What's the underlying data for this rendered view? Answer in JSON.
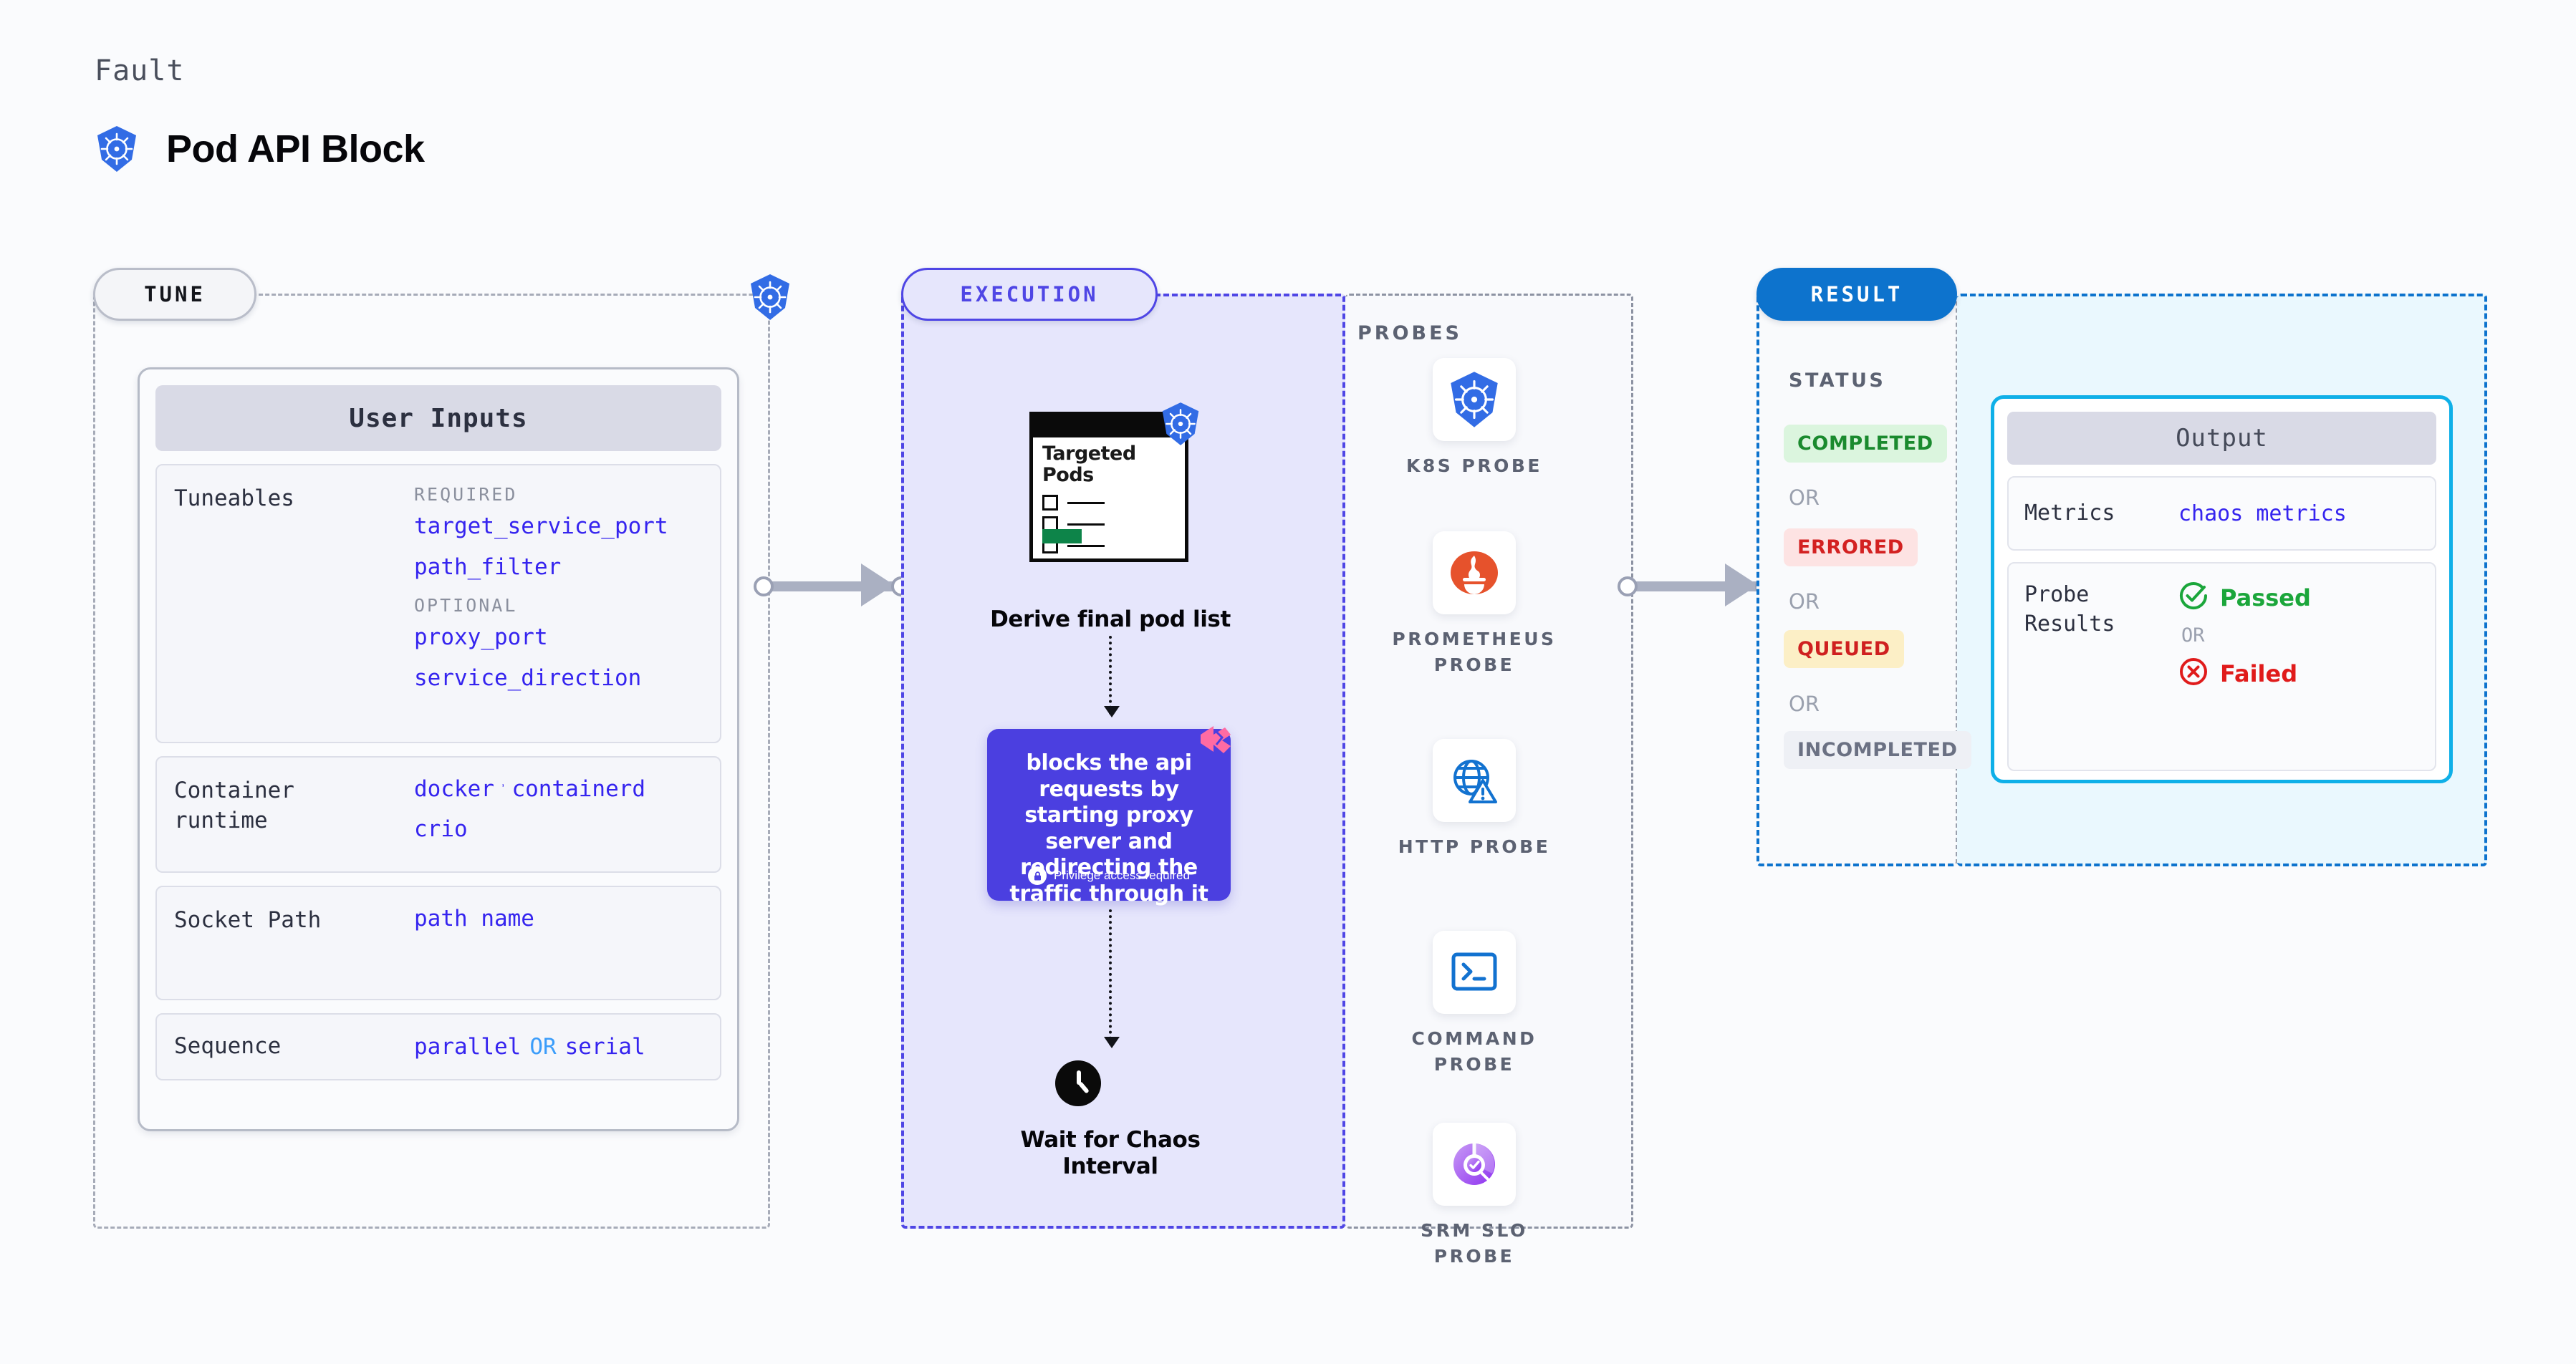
{
  "header": {
    "kicker": "Fault",
    "title": "Pod API Block",
    "icon": "kubernetes-icon"
  },
  "stages": {
    "tune": {
      "label": "TUNE"
    },
    "execution": {
      "label": "EXECUTION"
    },
    "result": {
      "label": "RESULT"
    }
  },
  "tune": {
    "card_title": "User Inputs",
    "rows": [
      {
        "label": "Tuneables",
        "groups": [
          {
            "heading": "REQUIRED",
            "values": [
              "target_service_port",
              "path_filter"
            ]
          },
          {
            "heading": "OPTIONAL",
            "values": [
              "proxy_port",
              "service_direction"
            ]
          }
        ]
      },
      {
        "label": "Container\nruntime",
        "value_line1_a": "docker",
        "value_sep": ",",
        "value_line1_b": "containerd",
        "value_line2": "crio"
      },
      {
        "label": "Socket Path",
        "value": "path name"
      },
      {
        "label": "Sequence",
        "value_a": "parallel",
        "value_or": "OR",
        "value_b": "serial"
      }
    ]
  },
  "execution": {
    "doc": {
      "title": "Targeted\nPods",
      "badge_icon": "kubernetes-icon"
    },
    "step1_caption": "Derive final pod list",
    "action": {
      "text": "blocks the api requests by starting proxy server and redirecting the traffic through it",
      "privilege_note": "Privilege access required",
      "privilege_icon": "lock-icon",
      "ribbon_icon": "harness-ribbon-icon",
      "color": "#4b3fe0"
    },
    "step3_caption": "Wait for Chaos\nInterval",
    "clock_icon": "clock-icon"
  },
  "probes": {
    "title": "PROBES",
    "items": [
      {
        "name": "K8S PROBE",
        "icon": "kubernetes-icon"
      },
      {
        "name": "PROMETHEUS\nPROBE",
        "icon": "prometheus-icon"
      },
      {
        "name": "HTTP PROBE",
        "icon": "globe-warning-icon"
      },
      {
        "name": "COMMAND\nPROBE",
        "icon": "terminal-icon"
      },
      {
        "name": "SRM SLO\nPROBE",
        "icon": "slo-donut-icon"
      }
    ]
  },
  "result": {
    "status_title": "STATUS",
    "or_label": "OR",
    "statuses": [
      {
        "label": "COMPLETED",
        "color": "#1a8a2e",
        "bg": "#dbf5de"
      },
      {
        "label": "ERRORED",
        "color": "#d32121",
        "bg": "#fde3e3"
      },
      {
        "label": "QUEUED",
        "color": "#cf2020",
        "bg": "#fcefc6"
      },
      {
        "label": "INCOMPLETED",
        "color": "#6b7183",
        "bg": "#eef0f5"
      }
    ],
    "output": {
      "title": "Output",
      "metrics_label": "Metrics",
      "metrics_value": "chaos metrics",
      "probe_results_label": "Probe\nResults",
      "passed_label": "Passed",
      "failed_label": "Failed",
      "or_label": "OR",
      "passed_icon": "check-circle-icon",
      "failed_icon": "x-circle-icon"
    }
  }
}
